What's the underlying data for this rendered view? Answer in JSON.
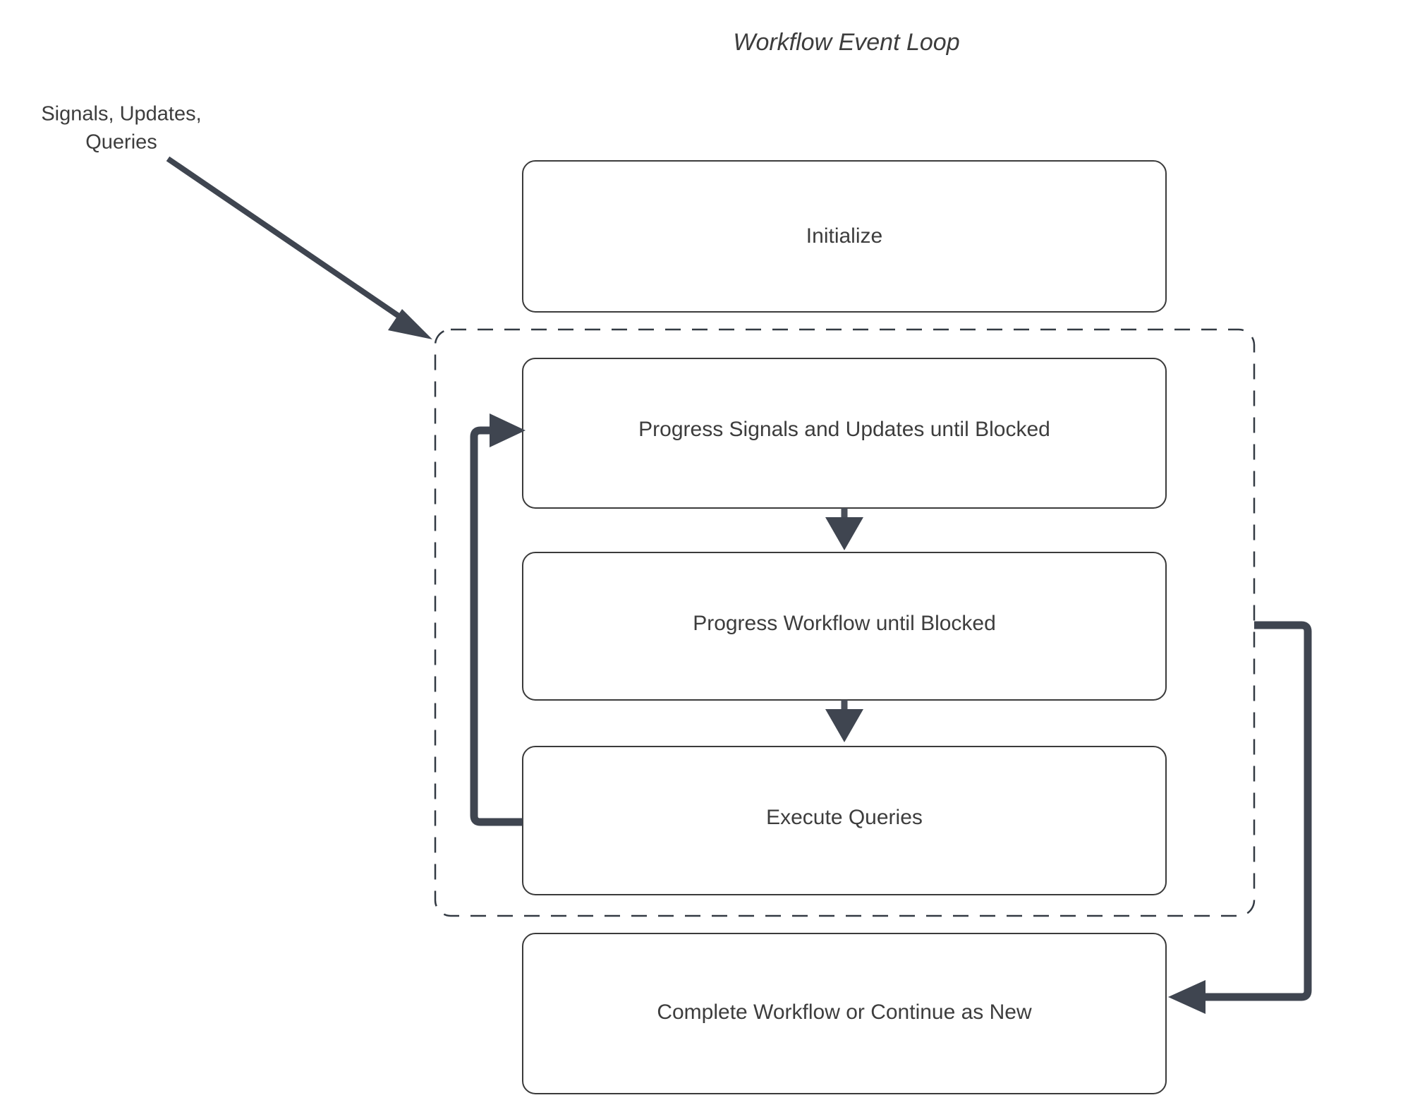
{
  "title": "Workflow Event Loop",
  "external_label": {
    "line1": "Signals, Updates,",
    "line2": "Queries"
  },
  "nodes": {
    "initialize": "Initialize",
    "progress_signals": "Progress Signals and Updates until Blocked",
    "progress_workflow": "Progress Workflow until Blocked",
    "execute_queries": "Execute Queries",
    "complete_workflow": "Complete Workflow or Continue as New"
  },
  "colors": {
    "background": "#ffffff",
    "node_border": "#3b3b3b",
    "node_fill": "#ffffff",
    "group_border": "#333a43",
    "edge": "#3f4550",
    "text": "#3d3d3d"
  },
  "edges": [
    {
      "name": "signals-into-loop",
      "from": "Signals, Updates, Queries",
      "to": "event loop group",
      "style": "solid-arrow"
    },
    {
      "name": "signals-to-workflow",
      "from": "Progress Signals and Updates until Blocked",
      "to": "Progress Workflow until Blocked",
      "style": "solid-arrow"
    },
    {
      "name": "workflow-to-queries",
      "from": "Progress Workflow until Blocked",
      "to": "Execute Queries",
      "style": "solid-arrow"
    },
    {
      "name": "queries-loop-back",
      "from": "Execute Queries",
      "to": "Progress Signals and Updates until Blocked",
      "style": "solid-arrow"
    },
    {
      "name": "loop-to-complete",
      "from": "event loop group",
      "to": "Complete Workflow or Continue as New",
      "style": "solid-arrow"
    }
  ]
}
